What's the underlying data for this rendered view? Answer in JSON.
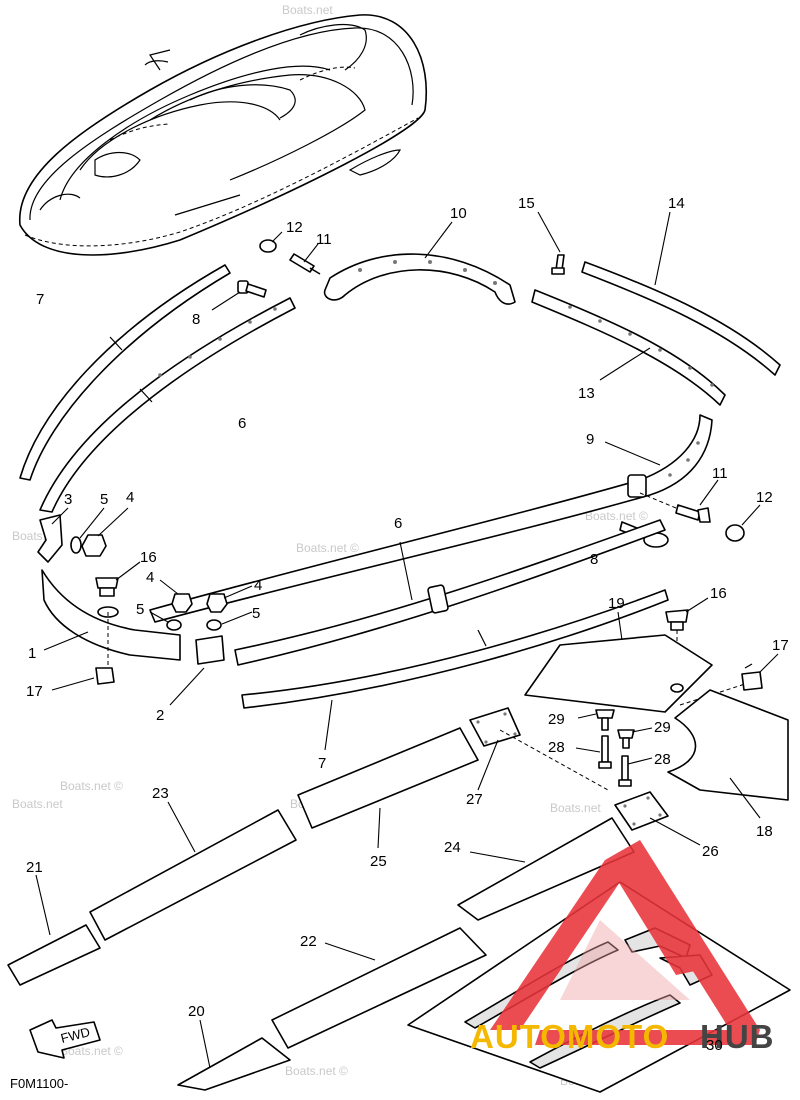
{
  "diagram": {
    "figure_code": "F0M1100-",
    "fwd_label": "FWD",
    "watermark": "Boats.net",
    "watermark_full": "Boats.net ©",
    "logo": {
      "text_part1": "AUTOMOTO",
      "text_part2": "HUB",
      "color_part1": "#f5b800",
      "color_part2": "#444444",
      "triangle_color": "#e8343a"
    },
    "callouts": {
      "c1": "1",
      "c2": "2",
      "c3": "3",
      "c4a": "4",
      "c4b": "4",
      "c4c": "4",
      "c5a": "5",
      "c5b": "5",
      "c5c": "5",
      "c6a": "6",
      "c6b": "6",
      "c7a": "7",
      "c7b": "7",
      "c8a": "8",
      "c8b": "8",
      "c9": "9",
      "c10": "10",
      "c11a": "11",
      "c11b": "11",
      "c12a": "12",
      "c12b": "12",
      "c13": "13",
      "c14": "14",
      "c15": "15",
      "c16a": "16",
      "c16b": "16",
      "c17a": "17",
      "c17b": "17",
      "c18": "18",
      "c19": "19",
      "c20": "20",
      "c21": "21",
      "c22": "22",
      "c23": "23",
      "c24": "24",
      "c25": "25",
      "c26": "26",
      "c27": "27",
      "c28a": "28",
      "c28b": "28",
      "c29a": "29",
      "c29b": "29",
      "c30": "30"
    }
  }
}
